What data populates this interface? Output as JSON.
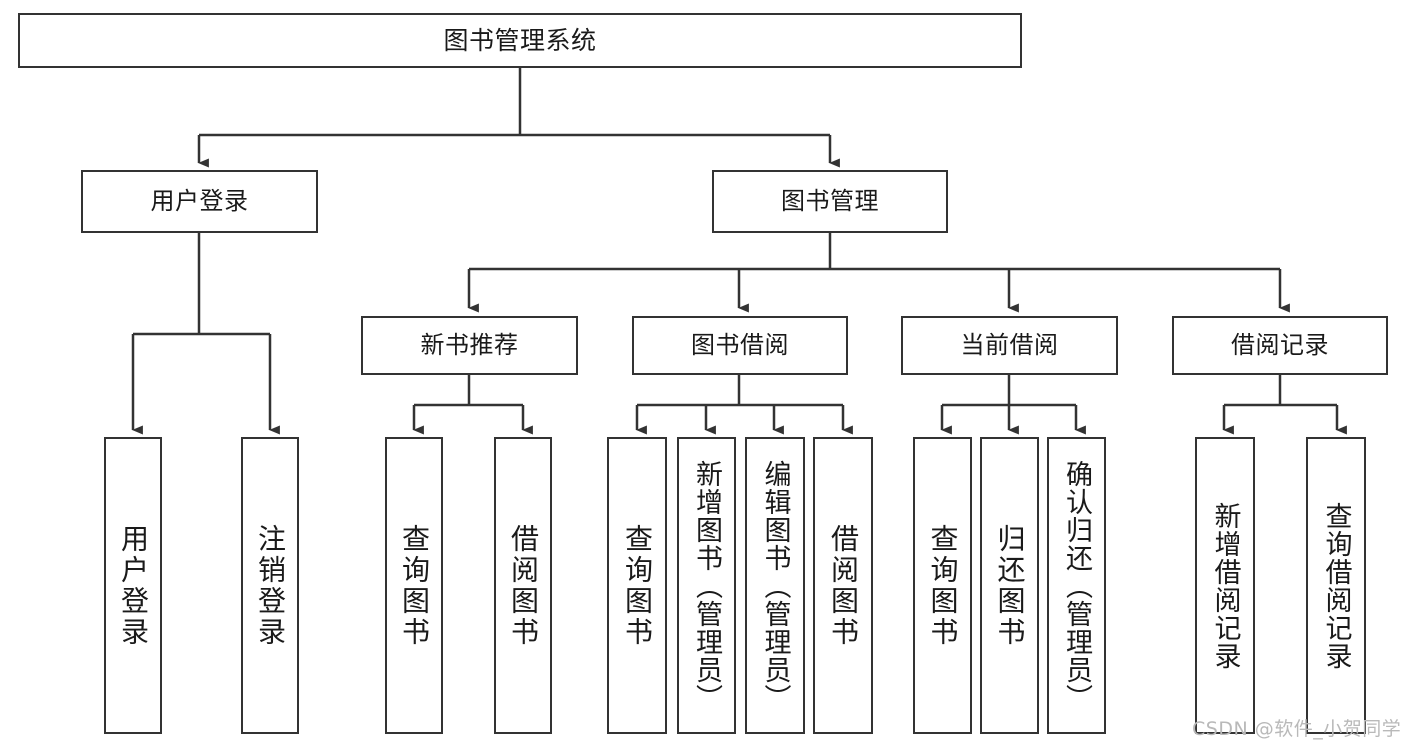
{
  "diagram": {
    "title": "图书管理系统",
    "type": "tree-hierarchy",
    "watermark": "CSDN @软件_小贺同学",
    "colors": {
      "stroke": "#333333",
      "fill": "#ffffff",
      "text": "#1a1a1a",
      "watermark": "#b9b9b9"
    },
    "nodes": {
      "root": {
        "label": "图书管理系统"
      },
      "level2": [
        {
          "label": "用户登录"
        },
        {
          "label": "图书管理"
        }
      ],
      "level3": [
        {
          "label": "新书推荐"
        },
        {
          "label": "图书借阅"
        },
        {
          "label": "当前借阅"
        },
        {
          "label": "借阅记录"
        }
      ],
      "leaves_user_login": [
        {
          "label": "用户登录"
        },
        {
          "label": "注销登录"
        }
      ],
      "leaves_new_book": [
        {
          "label": "查询图书"
        },
        {
          "label": "借阅图书"
        }
      ],
      "leaves_borrow": [
        {
          "label": "查询图书"
        },
        {
          "label": "新增图书（管理员）"
        },
        {
          "label": "编辑图书（管理员）"
        },
        {
          "label": "借阅图书"
        }
      ],
      "leaves_current": [
        {
          "label": "查询图书"
        },
        {
          "label": "归还图书"
        },
        {
          "label": "确认归还（管理员）"
        }
      ],
      "leaves_records": [
        {
          "label": "新增借阅记录"
        },
        {
          "label": "查询借阅记录"
        }
      ]
    }
  }
}
